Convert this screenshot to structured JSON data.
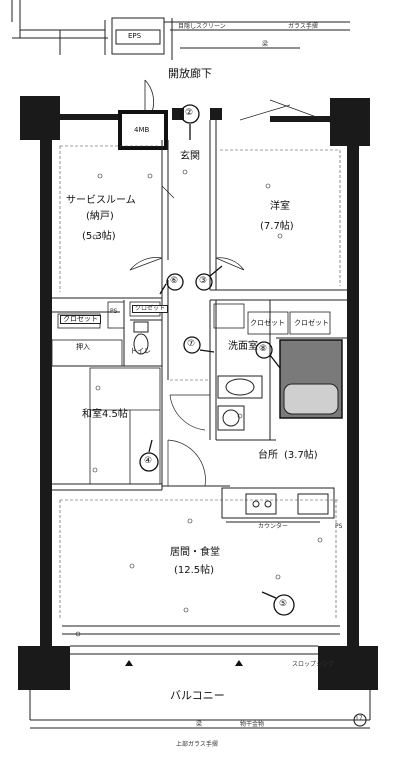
{
  "corridor": {
    "label": "開放廊下"
  },
  "balcony": {
    "label": "バルコニー"
  },
  "eps": {
    "label": "EPS"
  },
  "meter_box": {
    "label": "4MB"
  },
  "rooms": {
    "service_room": {
      "name": "サービスルーム",
      "sub": "(納戸)",
      "size": "(5.3帖)"
    },
    "western": {
      "name": "洋室",
      "size": "(7.7帖)"
    },
    "entrance": {
      "name": "玄関"
    },
    "japanese": {
      "name": "和室4.5帖"
    },
    "toilet": {
      "name": "トイレ"
    },
    "washroom": {
      "name": "洗面室"
    },
    "kitchen": {
      "name": "台所",
      "size": "(3.7帖)"
    },
    "living": {
      "name": "居間・食堂",
      "size": "(12.5帖)"
    },
    "closet_left": {
      "name": "クロゼット"
    },
    "closet_right_a": {
      "name": "クロゼット"
    },
    "closet_right_b": {
      "name": "クロゼット"
    },
    "closet_top": {
      "name": "クロゼット"
    },
    "oshiire": {
      "name": "押入"
    },
    "counter": {
      "name": "カウンター"
    }
  },
  "tags": {
    "ps": "PS"
  },
  "handwritten_numbers": [
    "②",
    "③",
    "⑥",
    "⑦",
    "⑧",
    "④",
    "⑤"
  ],
  "top_notes": {
    "left": "目隠しスクリーン",
    "right": "ガラス手摺",
    "under": "梁"
  },
  "bottom_notes": {
    "a": "梁",
    "b": "物干金物",
    "c": "上部ガラス手摺",
    "d": "スロップシンク"
  },
  "page_number": "17"
}
